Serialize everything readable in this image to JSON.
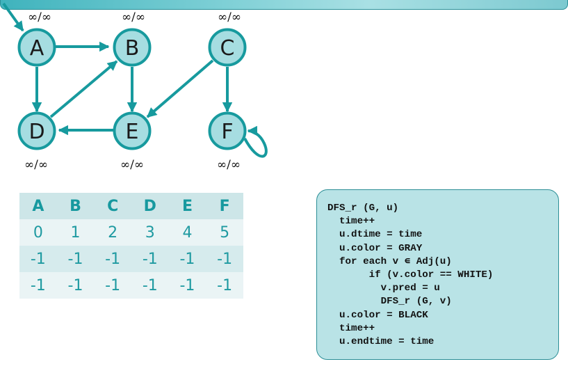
{
  "graph": {
    "nodes": [
      {
        "id": "A",
        "time": "∞/∞"
      },
      {
        "id": "B",
        "time": "∞/∞"
      },
      {
        "id": "C",
        "time": "∞/∞"
      },
      {
        "id": "D",
        "time": "∞/∞"
      },
      {
        "id": "E",
        "time": "∞/∞"
      },
      {
        "id": "F",
        "time": "∞/∞"
      }
    ],
    "edges": [
      {
        "from": "A",
        "to": "B"
      },
      {
        "from": "A",
        "to": "D"
      },
      {
        "from": "B",
        "to": "E"
      },
      {
        "from": "D",
        "to": "B"
      },
      {
        "from": "C",
        "to": "E"
      },
      {
        "from": "C",
        "to": "F"
      },
      {
        "from": "E",
        "to": "D"
      },
      {
        "from": "F",
        "to": "F"
      }
    ],
    "start_node": "A",
    "colors": {
      "node_fill": "#a6dde1",
      "node_stroke": "#179a9e",
      "edge": "#179a9e"
    }
  },
  "table": {
    "headers": [
      "A",
      "B",
      "C",
      "D",
      "E",
      "F"
    ],
    "rows": [
      [
        "0",
        "1",
        "2",
        "3",
        "4",
        "5"
      ],
      [
        "-1",
        "-1",
        "-1",
        "-1",
        "-1",
        "-1"
      ],
      [
        "-1",
        "-1",
        "-1",
        "-1",
        "-1",
        "-1"
      ]
    ]
  },
  "code": {
    "lines": [
      "DFS_r (G, u)",
      "  time++",
      "  u.dtime = time",
      "  u.color = GRAY",
      "  for each v ∊ Adj(u)",
      "       if (v.color == WHITE)",
      "         v.pred = u",
      "         DFS_r (G, v)",
      "  u.color = BLACK",
      "  time++",
      "  u.endtime = time"
    ]
  }
}
